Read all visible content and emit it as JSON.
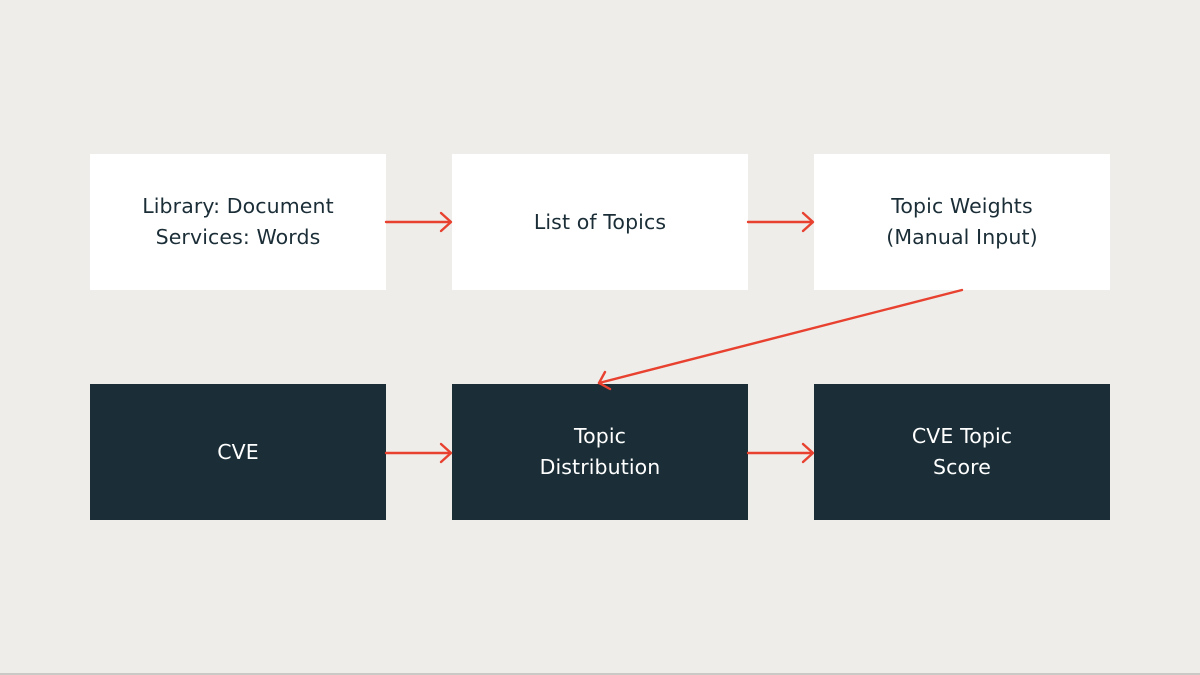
{
  "colors": {
    "background": "#eeedea",
    "light_node": "#ffffff",
    "dark_node": "#1b2e37",
    "dark_text": "#1b2e37",
    "light_text": "#ffffff",
    "arrow": "#e8412f"
  },
  "nodes": [
    {
      "id": "library",
      "lines": [
        "Library: Document",
        "Services: Words"
      ],
      "style": "light"
    },
    {
      "id": "topics",
      "lines": [
        "List of Topics"
      ],
      "style": "light"
    },
    {
      "id": "weights",
      "lines": [
        "Topic Weights",
        "(Manual Input)"
      ],
      "style": "light"
    },
    {
      "id": "cve",
      "lines": [
        "CVE"
      ],
      "style": "dark"
    },
    {
      "id": "distribution",
      "lines": [
        "Topic",
        "Distribution"
      ],
      "style": "dark"
    },
    {
      "id": "score",
      "lines": [
        "CVE Topic",
        "Score"
      ],
      "style": "dark"
    }
  ],
  "edges": [
    {
      "from": "library",
      "to": "topics"
    },
    {
      "from": "topics",
      "to": "weights"
    },
    {
      "from": "weights",
      "to": "distribution"
    },
    {
      "from": "cve",
      "to": "distribution"
    },
    {
      "from": "distribution",
      "to": "score"
    }
  ]
}
